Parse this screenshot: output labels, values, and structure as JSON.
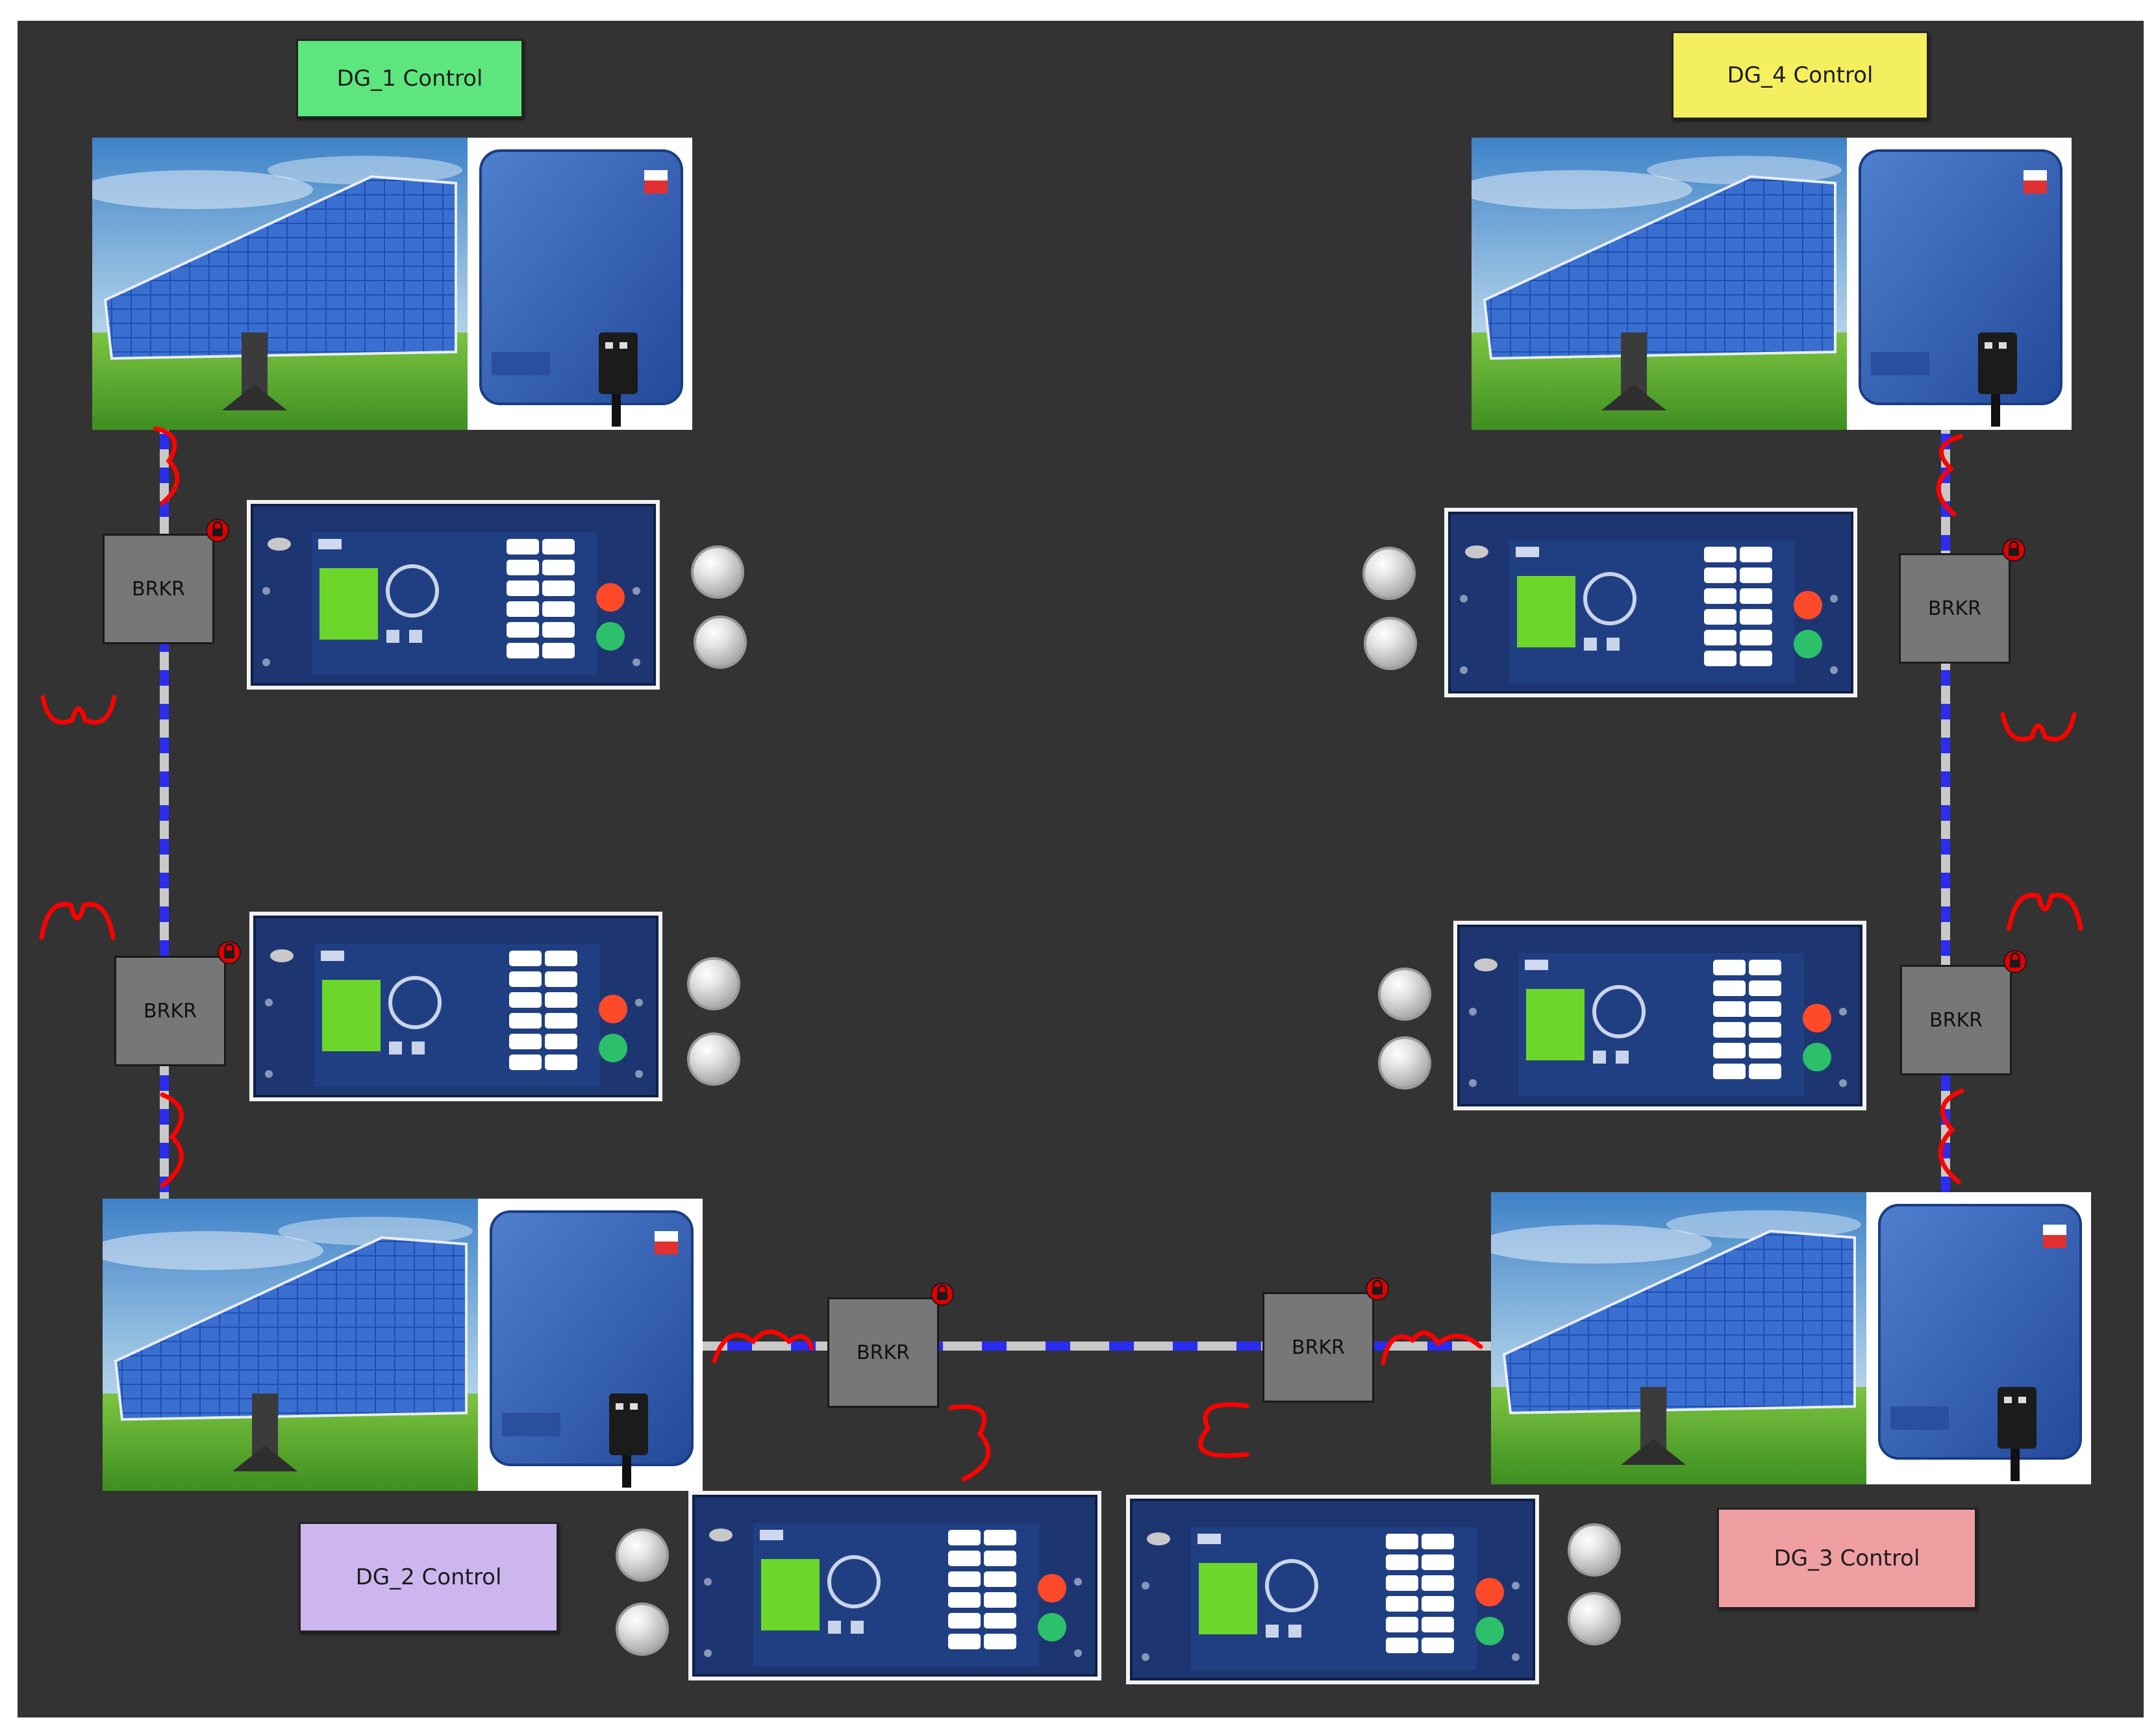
{
  "controls": {
    "dg1": {
      "label": "DG_1 Control",
      "color": "#5ee67e"
    },
    "dg2": {
      "label": "DG_2 Control",
      "color": "#cdb6ee"
    },
    "dg3": {
      "label": "DG_3 Control",
      "color": "#ef9ea2"
    },
    "dg4": {
      "label": "DG_4 Control",
      "color": "#f4ef5e"
    }
  },
  "breakers": [
    {
      "id": "dg1-upper",
      "label": "BRKR"
    },
    {
      "id": "dg1-lower",
      "label": "BRKR"
    },
    {
      "id": "dg2-right",
      "label": "BRKR"
    },
    {
      "id": "dg3-left",
      "label": "BRKR"
    },
    {
      "id": "dg4-upper",
      "label": "BRKR"
    },
    {
      "id": "dg4-lower",
      "label": "BRKR"
    }
  ],
  "colors": {
    "background": "#333333",
    "bus_dash": "#2a2cf0",
    "bus_line": "#c9c9c9",
    "breaker": "#777777",
    "lock": "#e00000",
    "sensor": "#ff0000"
  },
  "icons": {
    "generator": "solar-array-with-inverter-icon",
    "relay": "protection-relay-panel-icon",
    "lamp": "indicator-lamp-icon",
    "lock": "lock-icon",
    "sensor": "current-transformer-icon"
  }
}
